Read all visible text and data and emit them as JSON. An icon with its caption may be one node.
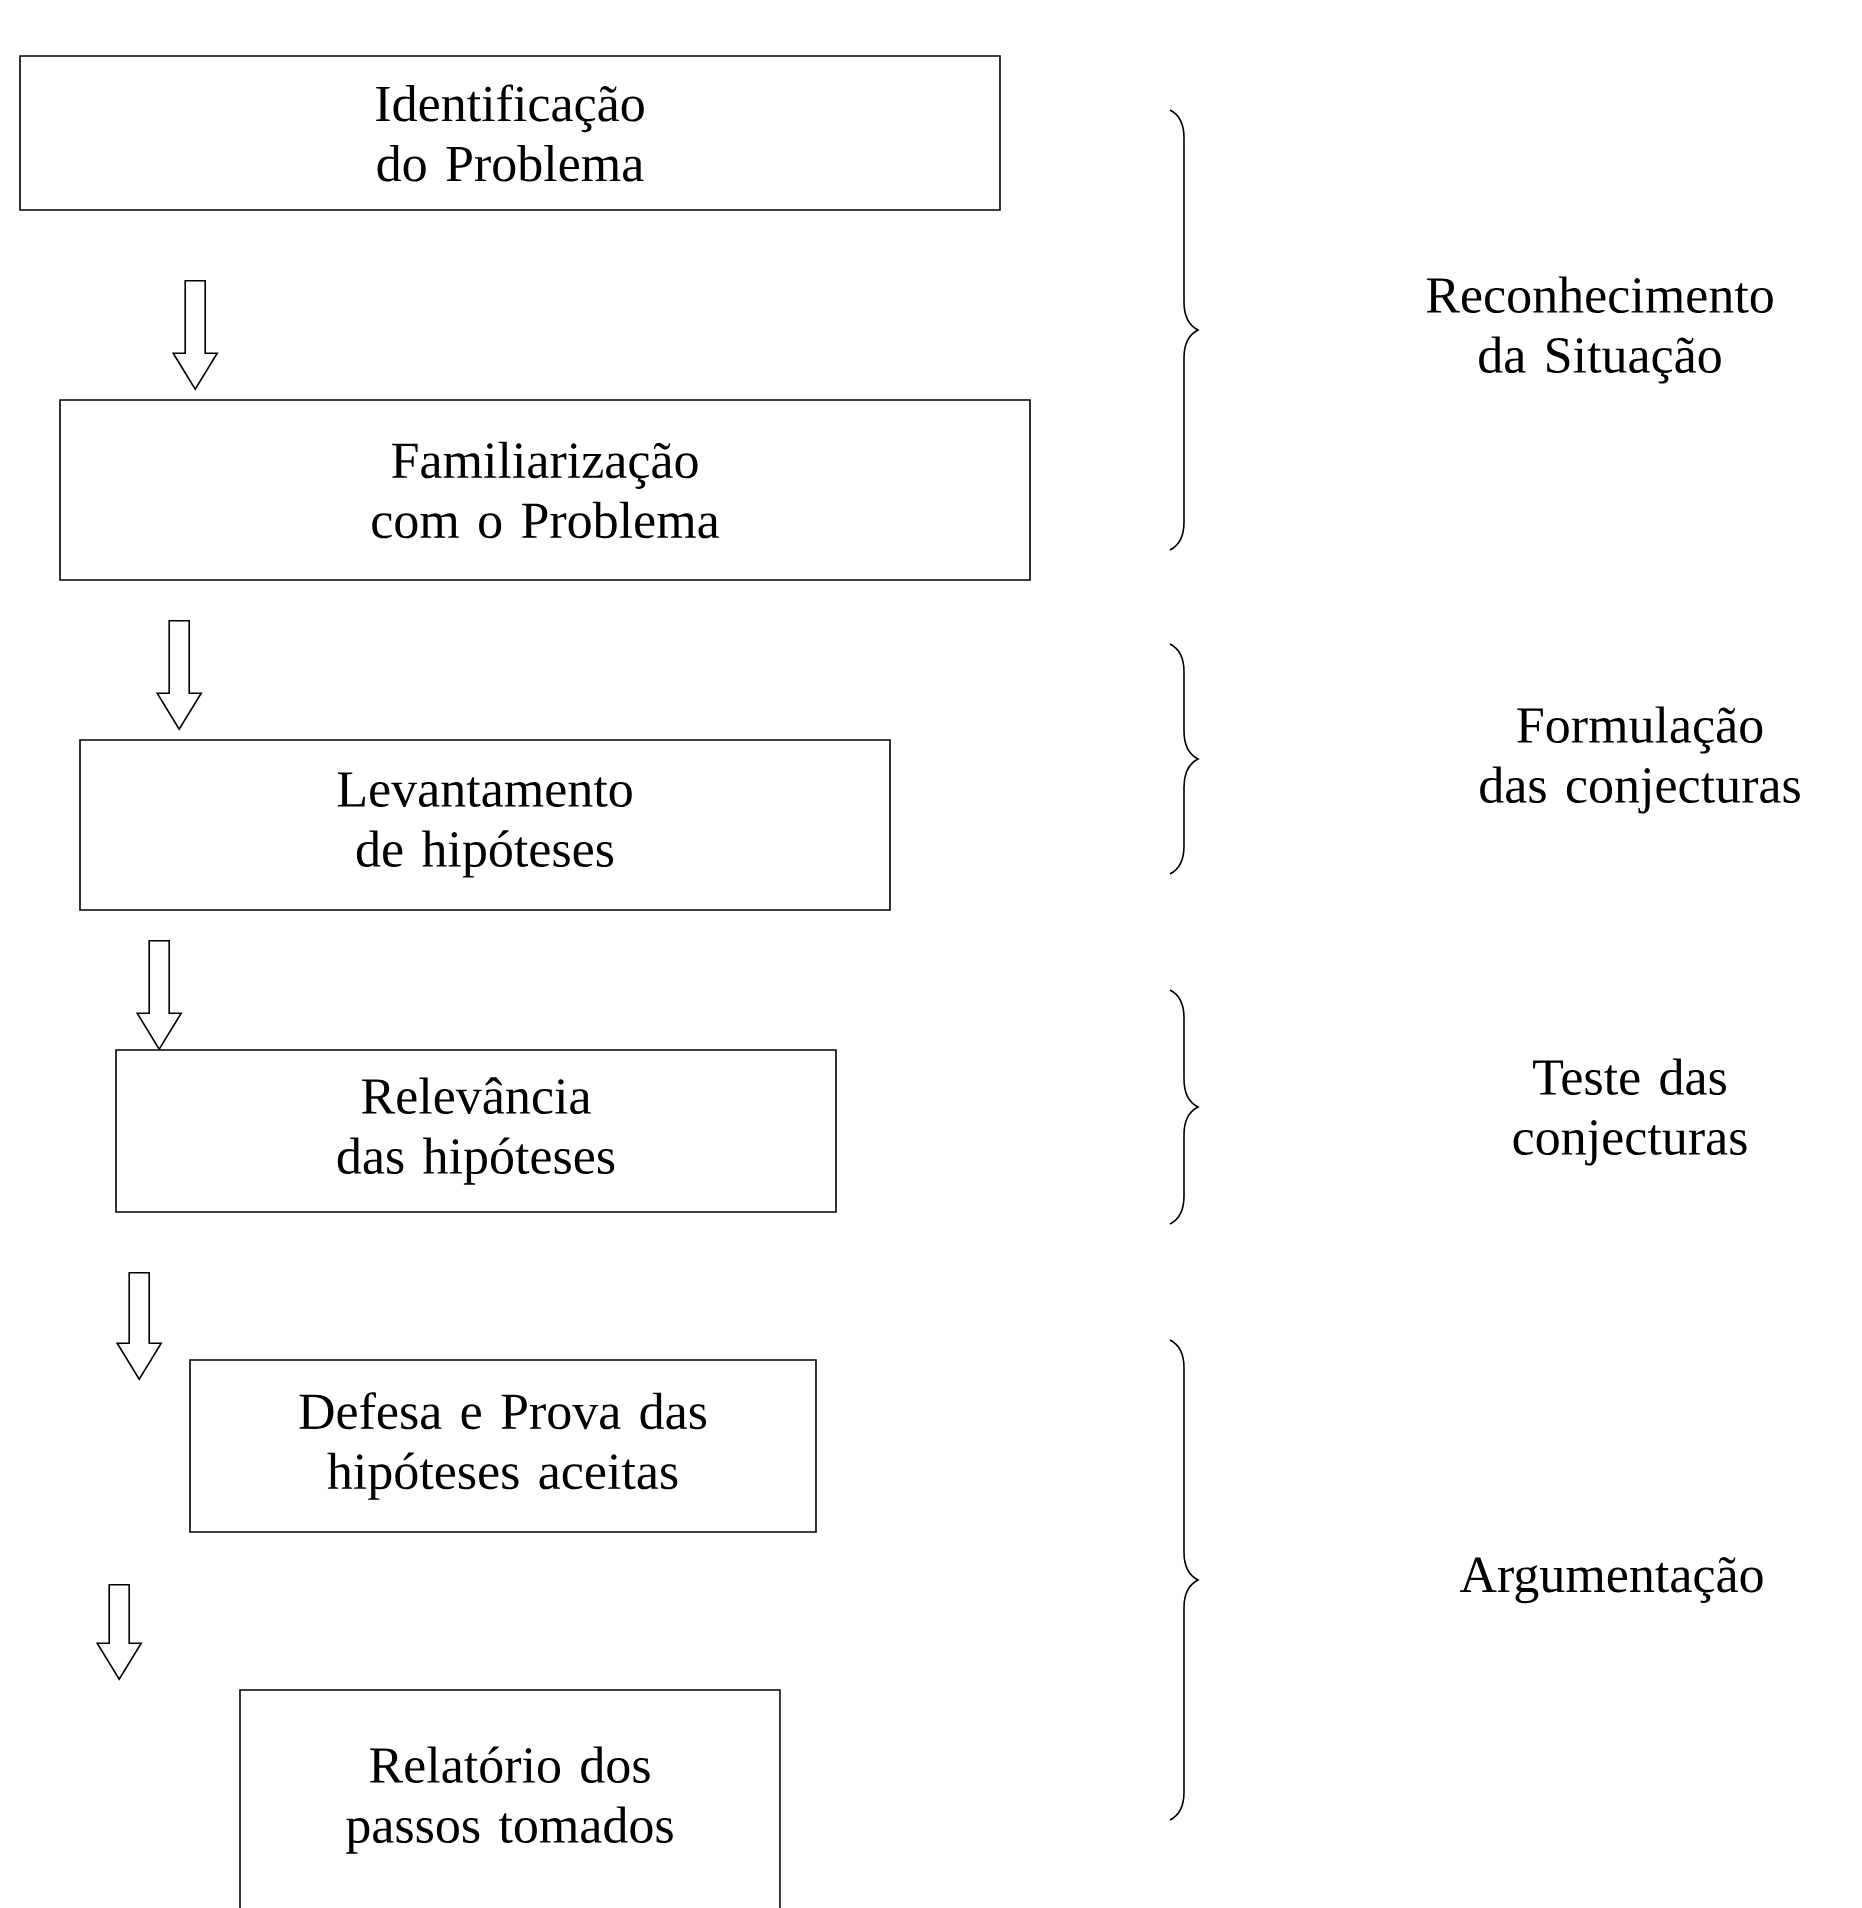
{
  "diagram": {
    "nodes": [
      {
        "text": [
          "Identificação do Problema"
        ]
      },
      {
        "text": [
          "Familiarização com o Problema"
        ]
      },
      {
        "text": [
          "Levantamento de hipóteses"
        ]
      },
      {
        "text": [
          "Relevância das hipóteses"
        ]
      },
      {
        "text": [
          "Defesa e Prova das hipóteses aceitas"
        ]
      },
      {
        "text": [
          "Relatório dos passos tomados"
        ]
      }
    ],
    "edges": [
      {
        "from": 0,
        "to": 1,
        "arrow": "to"
      },
      {
        "from": 1,
        "to": 2,
        "arrow": "to"
      },
      {
        "from": 2,
        "to": 3,
        "arrow": "to"
      },
      {
        "from": 3,
        "to": 4,
        "arrow": "to"
      },
      {
        "from": 4,
        "to": 5,
        "arrow": "to"
      }
    ],
    "labels": [
      "Reconhecimento da Situação",
      "Formulação das conjecturas",
      "Teste das conjecturas",
      "Argumentação"
    ]
  }
}
